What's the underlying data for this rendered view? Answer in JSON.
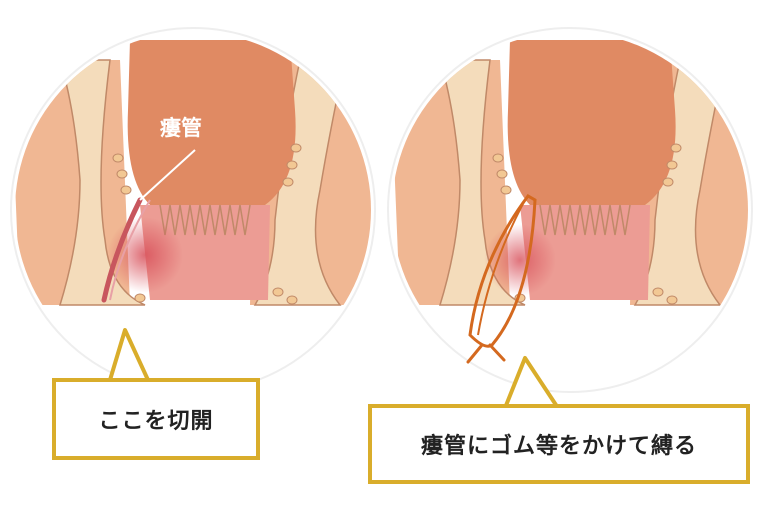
{
  "diagram": {
    "left_panel": {
      "fistula_label": "瘻管",
      "callout_text": "ここを切開"
    },
    "right_panel": {
      "callout_text": "瘻管にゴム等をかけて縛る"
    },
    "colors": {
      "tissue_light": "#f3c8a6",
      "tissue_mid": "#eeb08f",
      "rectum": "#e08a63",
      "mucosa": "#ec9c94",
      "fat_band": "#f4dcbb",
      "fistula_red": "#d45a5f",
      "rubber_band": "#d4691f",
      "callout_border": "#d9ad2b",
      "outline": "#c08968"
    }
  }
}
